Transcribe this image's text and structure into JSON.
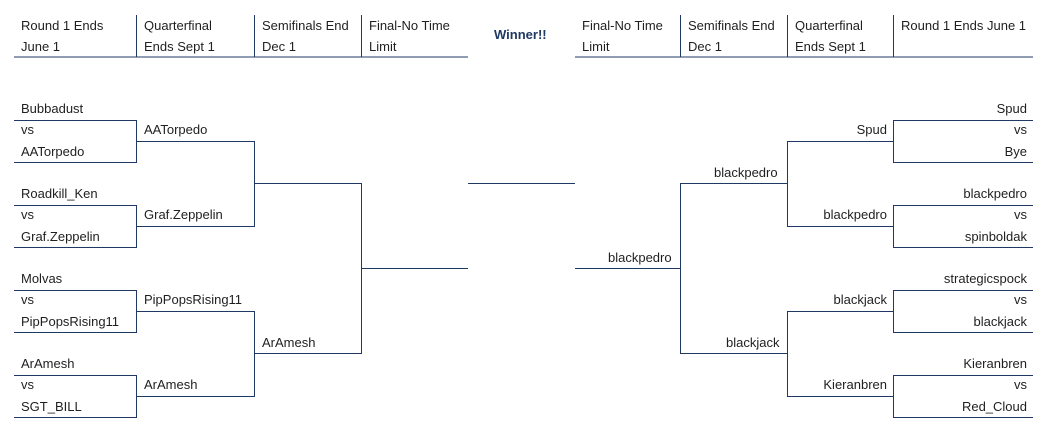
{
  "headers": {
    "left": [
      [
        "Round 1 Ends",
        "June 1"
      ],
      [
        "Quarterfinal",
        "Ends Sept 1"
      ],
      [
        "Semifinals End",
        "Dec 1"
      ],
      [
        "Final-No Time",
        "Limit"
      ]
    ],
    "winner": "Winner!!",
    "right": [
      [
        "Final-No Time",
        "Limit"
      ],
      [
        "Semifinals End",
        "Dec 1"
      ],
      [
        "Quarterfinal",
        "Ends Sept 1"
      ],
      [
        "Round 1 Ends June 1",
        ""
      ]
    ]
  },
  "left": {
    "round1": [
      [
        "Bubbadust",
        "vs",
        "AATorpedo"
      ],
      [
        "Roadkill_Ken",
        "vs",
        "Graf.Zeppelin"
      ],
      [
        "Molvas",
        "vs",
        "PipPopsRising11"
      ],
      [
        "ArAmesh",
        "vs",
        "SGT_BILL"
      ]
    ],
    "quarterfinal": [
      "AATorpedo",
      "Graf.Zeppelin",
      "PipPopsRising11",
      "ArAmesh"
    ],
    "semifinal": [
      "",
      "ArAmesh"
    ]
  },
  "right": {
    "round1": [
      [
        "Spud",
        "vs",
        "Bye"
      ],
      [
        "blackpedro",
        "vs",
        "spinboldak"
      ],
      [
        "strategicspock",
        "vs",
        "blackjack"
      ],
      [
        "Kieranbren",
        "vs",
        "Red_Cloud"
      ]
    ],
    "quarterfinal": [
      "Spud",
      "blackpedro",
      "blackjack",
      "Kieranbren"
    ],
    "semifinal": [
      "blackpedro",
      "blackjack"
    ],
    "final": "blackpedro"
  }
}
